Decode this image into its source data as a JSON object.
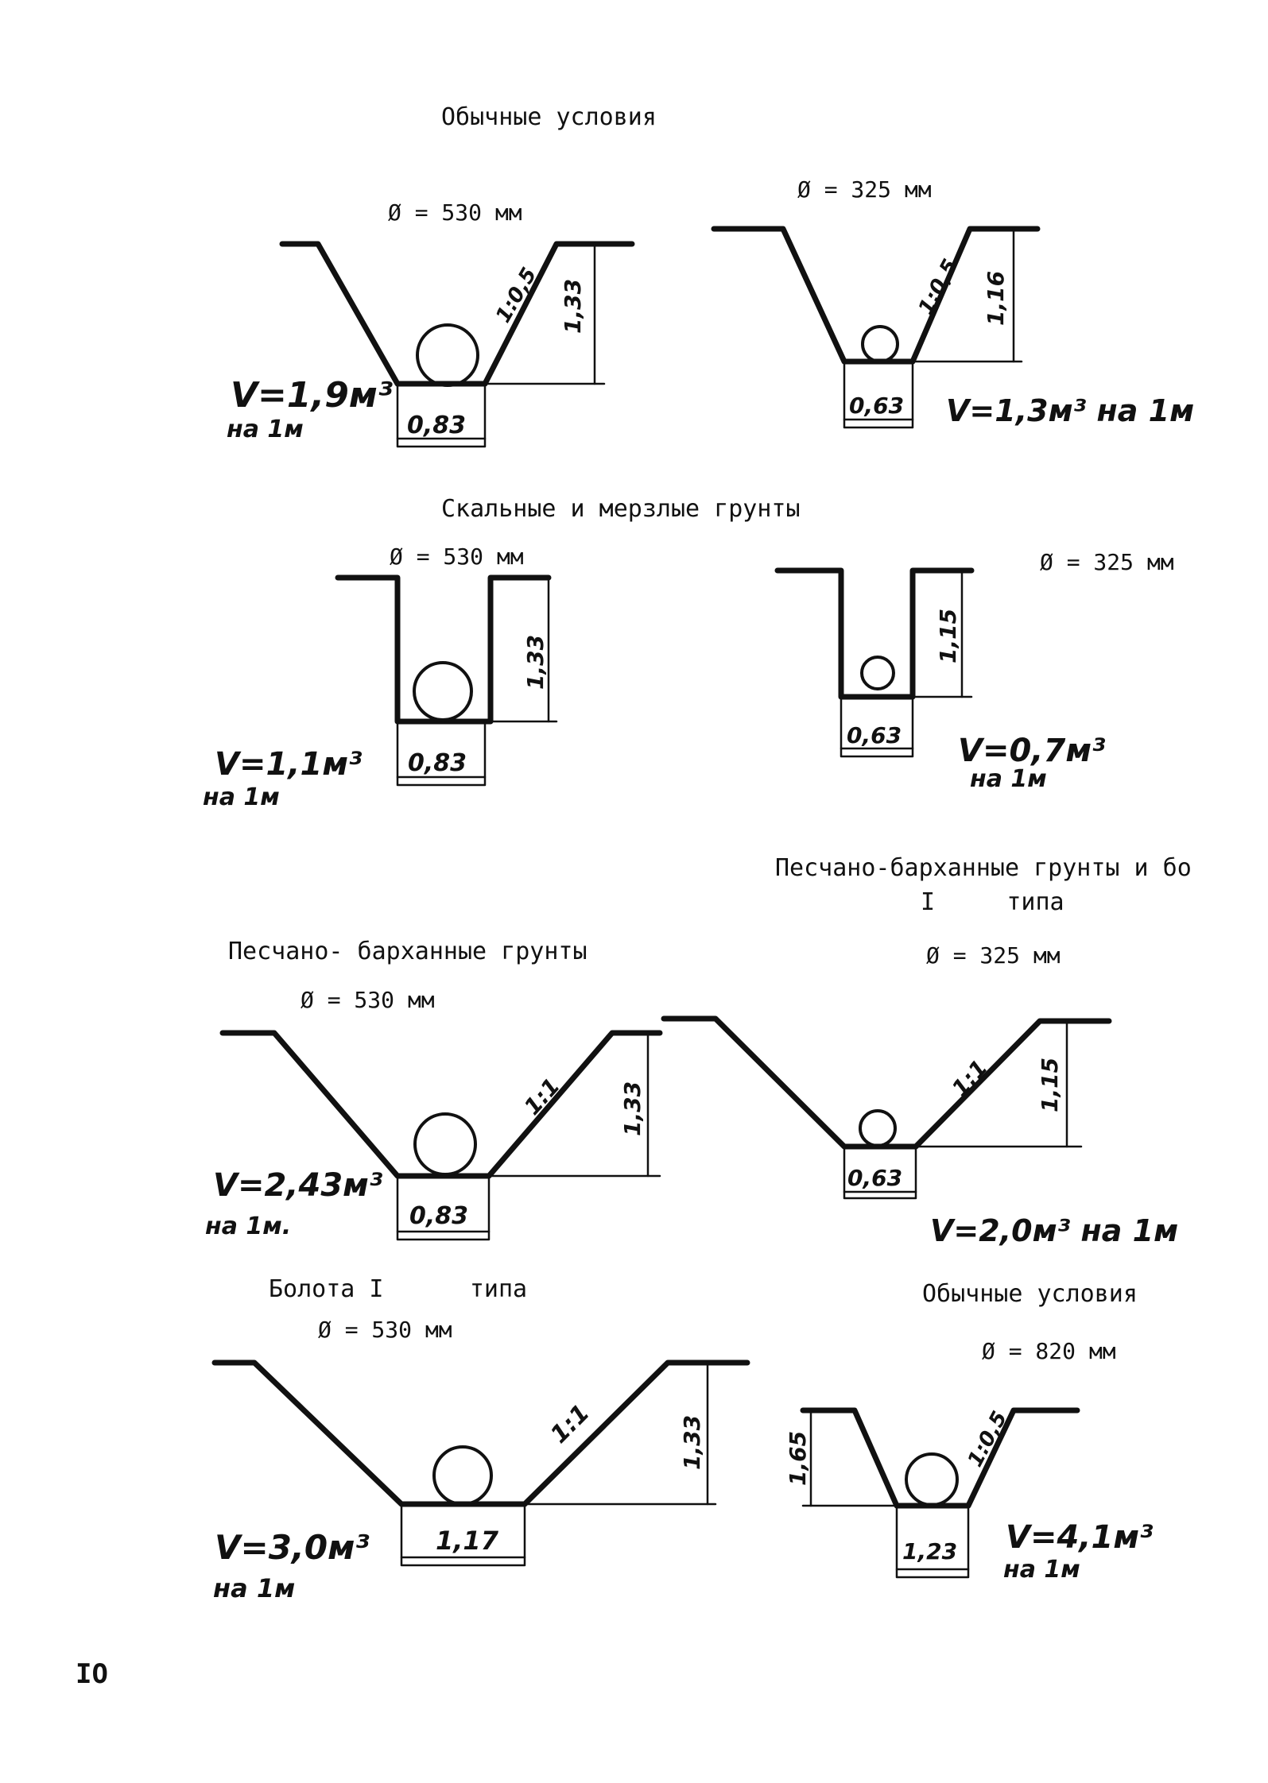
{
  "page_number": "IO",
  "sections": {
    "normal_conditions": "Обычные условия",
    "rock_frozen": "Скальные и мерзлые грунты",
    "sand_dune": "Песчано- барханные грунты",
    "sand_dune_bog_line1": "Песчано-барханные грунты и бо",
    "sand_dune_bog_line2": "I     типа",
    "bog_type1": "Болота I      типа",
    "normal_conditions_2": "Обычные условия"
  },
  "trenches": [
    {
      "diameter": "Ø = 530 мм",
      "slope": "1:0,5",
      "depth": "1,33",
      "width": "0,83",
      "volume": "V=1,9м³",
      "per": "на 1м"
    },
    {
      "diameter": "Ø = 325 мм",
      "slope": "1:0,5",
      "depth": "1,16",
      "width": "0,63",
      "volume": "V=1,3м³ на 1м",
      "per": ""
    },
    {
      "diameter": "Ø = 530 мм",
      "slope": "",
      "depth": "1,33",
      "width": "0,83",
      "volume": "V=1,1м³",
      "per": "на 1м"
    },
    {
      "diameter": "Ø = 325 мм",
      "slope": "",
      "depth": "1,15",
      "width": "0,63",
      "volume": "V=0,7м³",
      "per": "на 1м"
    },
    {
      "diameter": "Ø = 530 мм",
      "slope": "1:1",
      "depth": "1,33",
      "width": "0,83",
      "volume": "V=2,43м³",
      "per": "на 1м."
    },
    {
      "diameter": "Ø = 325 мм",
      "slope": "1:1",
      "depth": "1,15",
      "width": "0,63",
      "volume": "V=2,0м³ на 1м",
      "per": ""
    },
    {
      "diameter": "Ø = 530 мм",
      "slope": "1:1",
      "depth": "1,33",
      "width": "1,17",
      "volume": "V=3,0м³",
      "per": "на 1м"
    },
    {
      "diameter": "Ø = 820 мм",
      "slope": "1:0,5",
      "depth": "1,65",
      "width": "1,23",
      "volume": "V=4,1м³",
      "per": "на 1м"
    }
  ]
}
